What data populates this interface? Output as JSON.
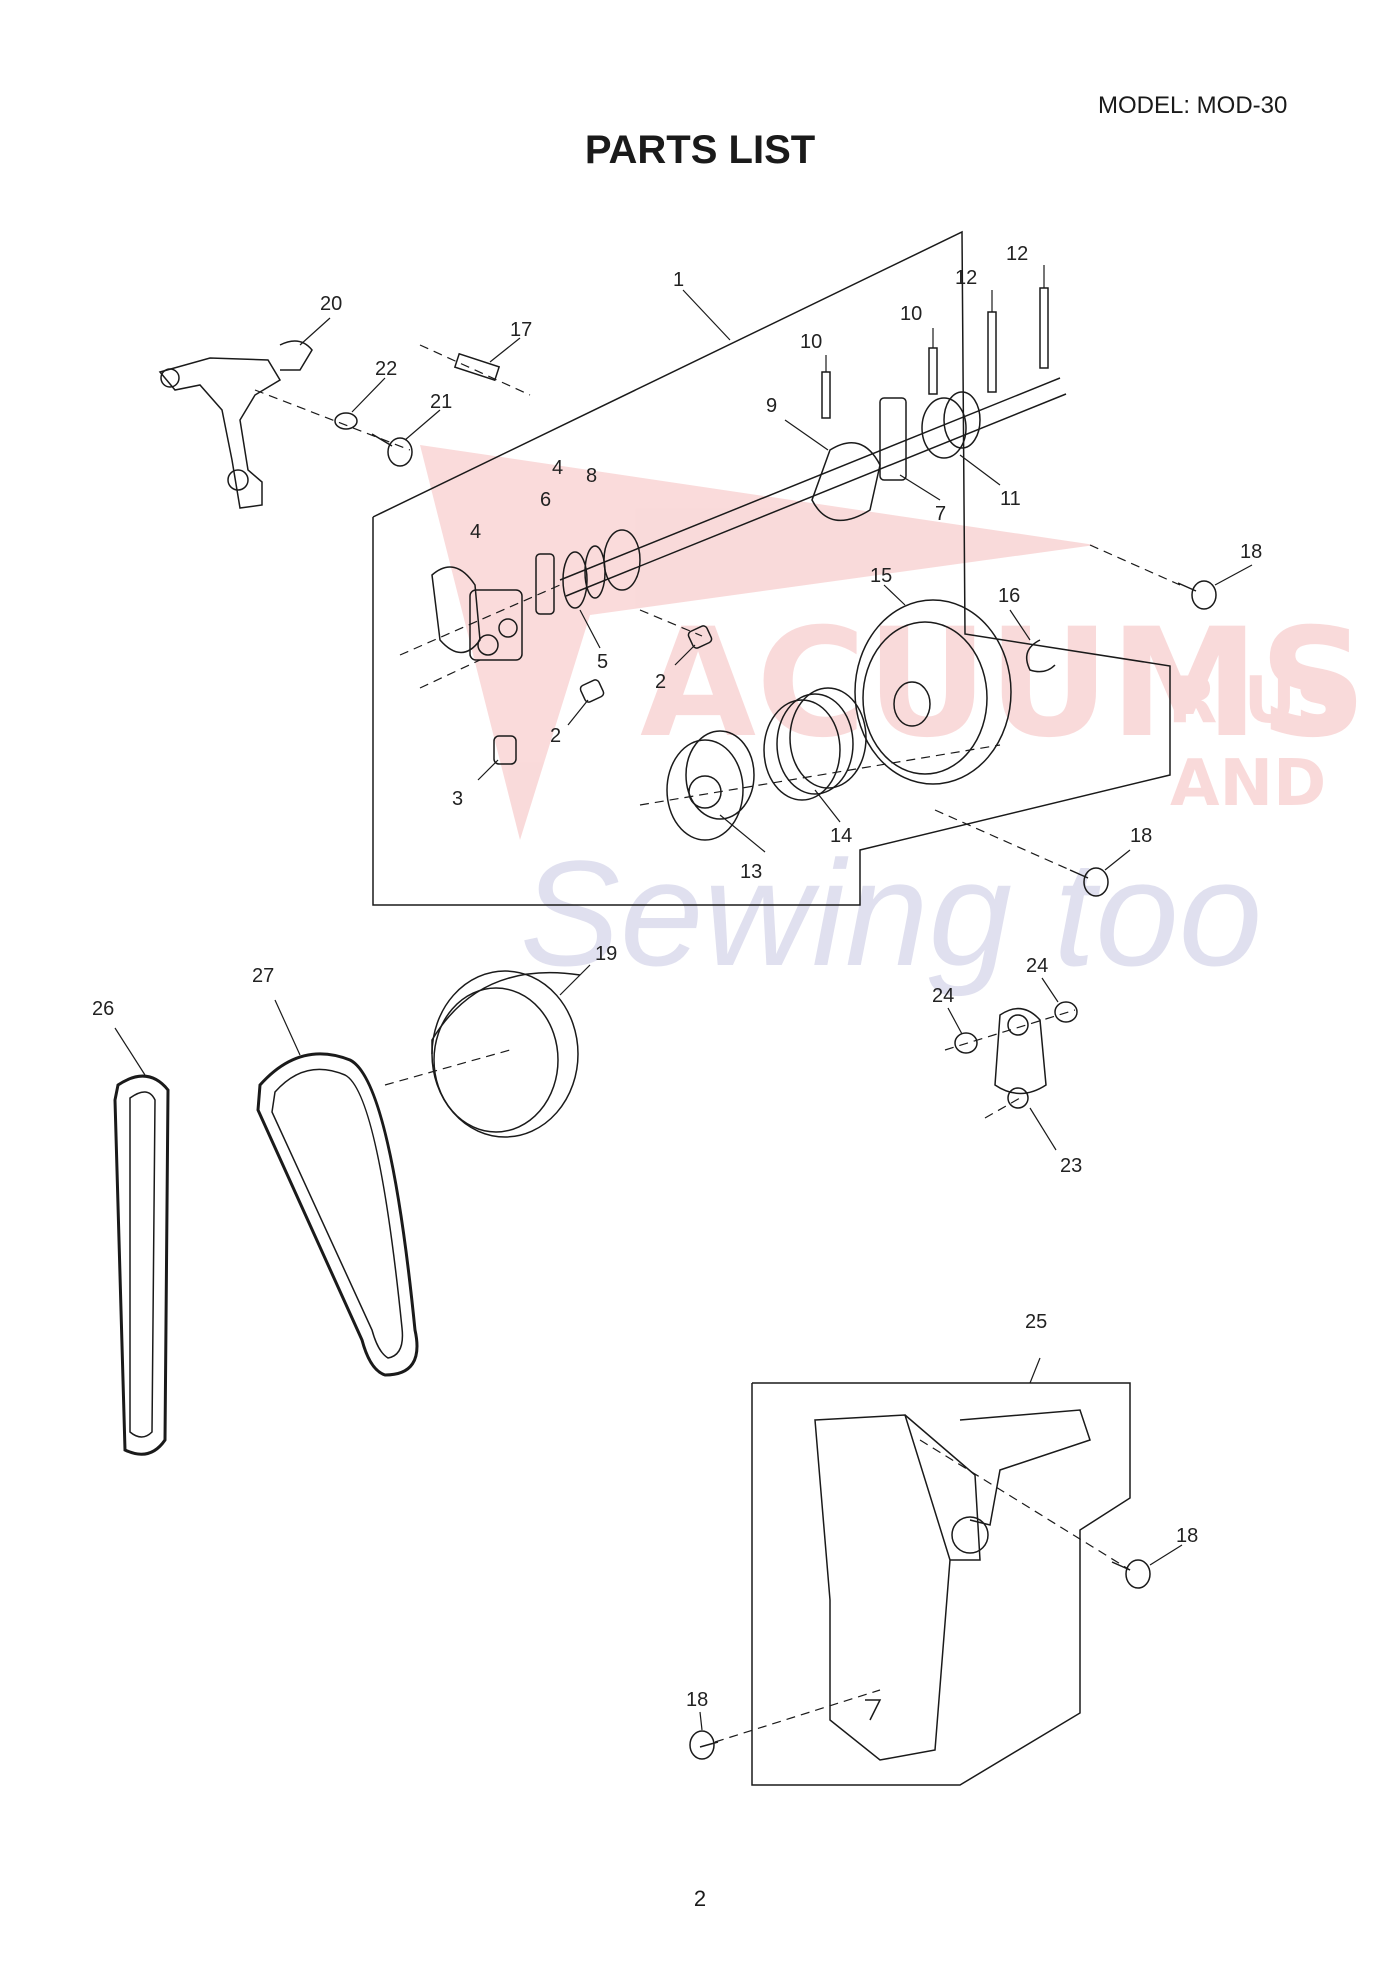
{
  "header": {
    "model": "MODEL: MOD-30",
    "title": "PARTS LIST"
  },
  "footer": {
    "page_number": "2"
  },
  "watermark": {
    "line1": "ACUUMS",
    "line2": "R-US",
    "line3": "AND",
    "line4": "Sewing too"
  },
  "callouts": {
    "c1": "1",
    "c2a": "2",
    "c2b": "2",
    "c3": "3",
    "c4a": "4",
    "c4b": "4",
    "c5": "5",
    "c6": "6",
    "c7": "7",
    "c8": "8",
    "c9": "9",
    "c10a": "10",
    "c10b": "10",
    "c11": "11",
    "c12a": "12",
    "c12b": "12",
    "c13": "13",
    "c14": "14",
    "c15": "15",
    "c16": "16",
    "c17": "17",
    "c18a": "18",
    "c18b": "18",
    "c18c": "18",
    "c18d": "18",
    "c19": "19",
    "c20": "20",
    "c21": "21",
    "c22": "22",
    "c23": "23",
    "c24a": "24",
    "c24b": "24",
    "c25": "25",
    "c26": "26",
    "c27": "27"
  },
  "colors": {
    "line": "#1a1a1a",
    "watermark_red": "#e23a3a",
    "watermark_blue": "#5a5aa8"
  }
}
